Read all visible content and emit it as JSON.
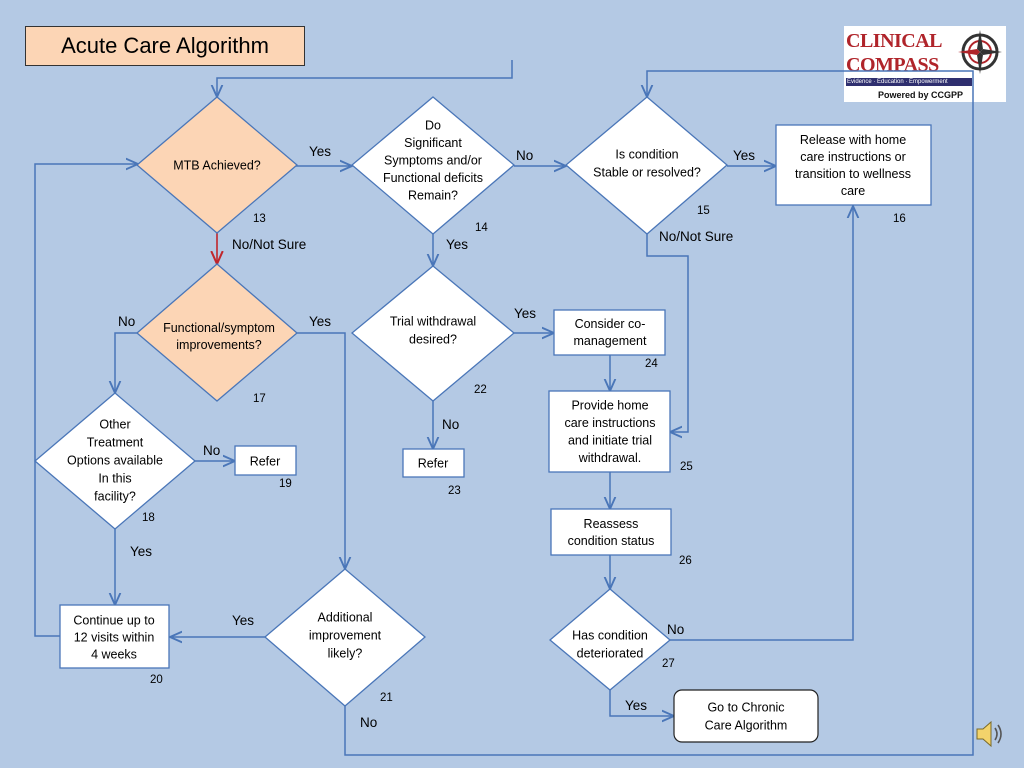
{
  "title": "Acute Care Algorithm",
  "logo": {
    "line1": "CLINICAL",
    "line2": "COMPASS",
    "tagline": "Evidence · Education · Empowerment",
    "powered": "Powered by CCGPP"
  },
  "nodes": {
    "n13": {
      "lines": [
        "MTB Achieved?"
      ],
      "num": "13"
    },
    "n14": {
      "lines": [
        "Do",
        "Significant",
        "Symptoms and/or",
        "Functional deficits",
        "Remain?"
      ],
      "num": "14"
    },
    "n15": {
      "lines": [
        "Is condition",
        "Stable or resolved?"
      ],
      "num": "15"
    },
    "n16": {
      "lines": [
        "Release with home",
        "care instructions or",
        "transition to wellness",
        "care"
      ],
      "num": "16"
    },
    "n17": {
      "lines": [
        "Functional/symptom",
        "improvements?"
      ],
      "num": "17"
    },
    "n18": {
      "lines": [
        "Other",
        "Treatment",
        "Options available",
        "In this",
        "facility?"
      ],
      "num": "18"
    },
    "n19": {
      "lines": [
        "Refer"
      ],
      "num": "19"
    },
    "n20": {
      "lines": [
        "Continue up to",
        "12 visits within",
        "4 weeks"
      ],
      "num": "20"
    },
    "n21": {
      "lines": [
        "Additional",
        "improvement",
        "likely?"
      ],
      "num": "21"
    },
    "n22": {
      "lines": [
        "Trial withdrawal",
        "desired?"
      ],
      "num": "22"
    },
    "n23": {
      "lines": [
        "Refer"
      ],
      "num": "23"
    },
    "n24": {
      "lines": [
        "Consider co-",
        "management"
      ],
      "num": "24"
    },
    "n25": {
      "lines": [
        "Provide home",
        "care instructions",
        "and initiate trial",
        "withdrawal."
      ],
      "num": "25"
    },
    "n26": {
      "lines": [
        "Reassess",
        "condition status"
      ],
      "num": "26"
    },
    "n27": {
      "lines": [
        "Has condition",
        "deteriorated"
      ],
      "num": "27"
    },
    "chronic": {
      "lines": [
        "Go to Chronic",
        "Care Algorithm"
      ],
      "num": ""
    }
  },
  "edge_labels": {
    "e13_yes": "Yes",
    "e13_no": "No/Not Sure",
    "e14_no": "No",
    "e14_yes": "Yes",
    "e15_yes": "Yes",
    "e15_no": "No/Not Sure",
    "e17_no": "No",
    "e17_yes": "Yes",
    "e18_no": "No",
    "e18_yes": "Yes",
    "e21_yes": "Yes",
    "e21_no": "No",
    "e22_yes": "Yes",
    "e22_no": "No",
    "e27_no": "No",
    "e27_yes": "Yes"
  },
  "colors": {
    "background": "#b4c9e4",
    "line": "#4a76b8",
    "highlight_line": "#c0262c",
    "diamond_highlight": "#fcd5b5",
    "node_fill": "#ffffff"
  },
  "icons": {
    "speaker": "speaker-icon",
    "compass": "compass-icon"
  }
}
